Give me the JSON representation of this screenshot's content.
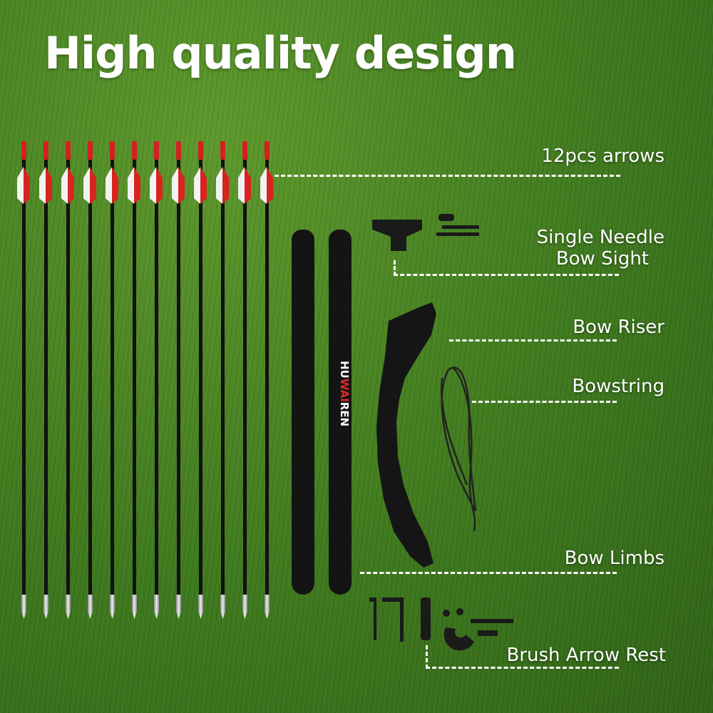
{
  "title": "High quality design",
  "labels": {
    "arrows": "12pcs arrows",
    "sight_line1": "Single Needle",
    "sight_line2": "Bow Sight",
    "riser": "Bow Riser",
    "bowstring": "Bowstring",
    "limbs": "Bow Limbs",
    "rest": "Brush Arrow Rest"
  },
  "limb_logo": {
    "part1": "HU",
    "part2": "WAI",
    "part3": "REN"
  },
  "arrow_count": 12,
  "colors": {
    "fletch_red": "#d8231f",
    "text": "#ffffff"
  }
}
